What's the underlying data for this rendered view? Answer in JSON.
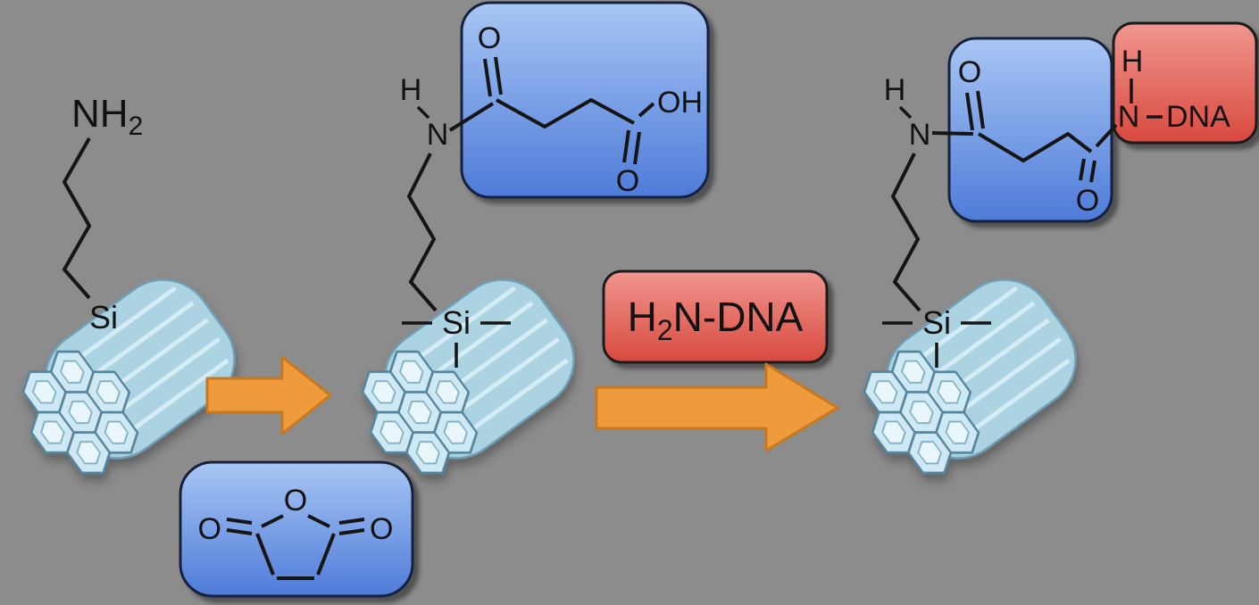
{
  "colors": {
    "background": "#8c8c8c",
    "arrow_fill": "#F09A3E",
    "arrow_stroke": "#C8791E",
    "blue_box_top": "#A8C6F4",
    "blue_box_bottom": "#4E7BD8",
    "red_box_top": "#F0968E",
    "red_box_bottom": "#D8493F",
    "rod_body": "#ABD3E2",
    "rod_hex_fill": "#CFE9F4",
    "bond_color": "#151515"
  },
  "step1": {
    "amine_main": "NH",
    "amine_sub": "2",
    "si": "Si"
  },
  "anhydride_box": {
    "o_top": "O",
    "o_left": "O",
    "o_right": "O"
  },
  "step2": {
    "h": "H",
    "n": "N",
    "si": "Si",
    "o_top": "O",
    "oh": "OH",
    "o_bottom": "O"
  },
  "reagent_box": {
    "h": "H",
    "sub": "2",
    "rest": "N-DNA"
  },
  "step3": {
    "h": "H",
    "n": "N",
    "si": "Si",
    "o_top": "O",
    "o_bottom": "O",
    "dna_h": "H",
    "dna_n": "N",
    "dna_label": "DNA"
  }
}
